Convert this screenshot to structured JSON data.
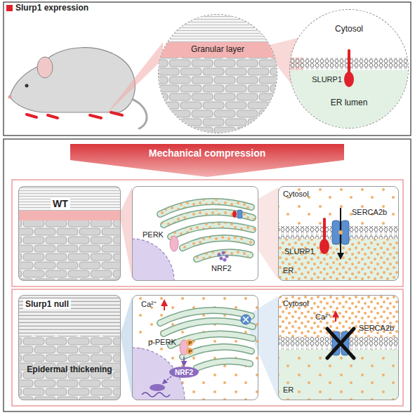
{
  "diagram": {
    "nodes": [
      {
        "text": [
          "Granular layer"
        ]
      },
      {
        "text": [
          "Cytosol",
          "SLURP1",
          "ER lumen"
        ]
      },
      {
        "text": [
          "Mechanical compression"
        ]
      },
      {
        "text": [
          "WT"
        ]
      },
      {
        "text": [
          "PERK",
          "NRF2"
        ]
      },
      {
        "text": [
          "Cytosol",
          "SERCA2b",
          "SLURP1",
          "ER"
        ]
      },
      {
        "text": [
          "Slurp1 null",
          "Epidermal thickening"
        ]
      },
      {
        "text": [
          "Ca²⁺",
          "p-PERK",
          "P",
          "P",
          "NRF2"
        ]
      },
      {
        "text": [
          "Cytosol",
          "Ca²⁺",
          "SERCA2b",
          "ER"
        ]
      }
    ],
    "legend": [
      {
        "text": "Slurp1 expression",
        "color": "#e0202a"
      }
    ]
  }
}
